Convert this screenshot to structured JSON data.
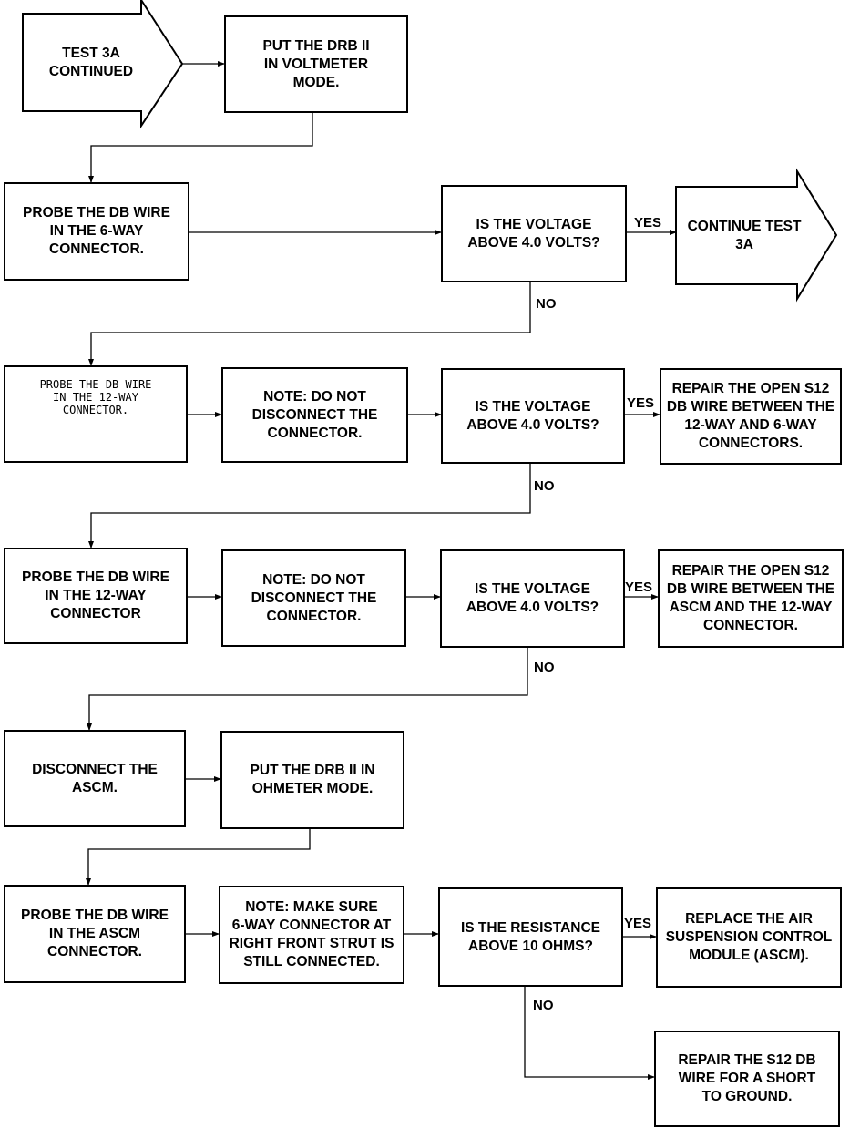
{
  "nodes": {
    "start": {
      "lines": [
        "TEST 3A",
        "CONTINUED"
      ]
    },
    "n1": {
      "lines": [
        "PUT THE DRB II",
        "IN VOLTMETER",
        "MODE."
      ]
    },
    "n2": {
      "lines": [
        "PROBE THE DB WIRE",
        "IN THE 6-WAY",
        "CONNECTOR."
      ]
    },
    "n3": {
      "lines": [
        "IS THE VOLTAGE",
        "ABOVE 4.0 VOLTS?"
      ]
    },
    "n4": {
      "lines": [
        "CONTINUE TEST",
        "3A"
      ]
    },
    "n5": {
      "lines": [
        "PROBE THE DB WIRE",
        "IN THE 12-WAY",
        "CONNECTOR."
      ]
    },
    "n6": {
      "lines": [
        "NOTE: DO NOT",
        "DISCONNECT THE",
        "CONNECTOR."
      ]
    },
    "n7": {
      "lines": [
        "IS THE VOLTAGE",
        "ABOVE 4.0 VOLTS?"
      ]
    },
    "n8": {
      "lines": [
        "REPAIR THE OPEN S12",
        "DB WIRE BETWEEN THE",
        "12-WAY AND 6-WAY",
        "CONNECTORS."
      ]
    },
    "n9": {
      "lines": [
        "PROBE THE DB WIRE",
        "IN THE 12-WAY",
        "CONNECTOR"
      ]
    },
    "n10": {
      "lines": [
        "NOTE: DO NOT",
        "DISCONNECT THE",
        "CONNECTOR."
      ]
    },
    "n11": {
      "lines": [
        "IS THE VOLTAGE",
        "ABOVE 4.0 VOLTS?"
      ]
    },
    "n12": {
      "lines": [
        "REPAIR THE OPEN S12",
        "DB WIRE BETWEEN THE",
        "ASCM AND THE 12-WAY",
        "CONNECTOR."
      ]
    },
    "n13": {
      "lines": [
        "DISCONNECT THE",
        "ASCM."
      ]
    },
    "n14": {
      "lines": [
        "PUT THE DRB II IN",
        "OHMETER MODE."
      ]
    },
    "n15": {
      "lines": [
        "PROBE THE DB WIRE",
        "IN THE ASCM",
        "CONNECTOR."
      ]
    },
    "n16": {
      "lines": [
        "NOTE: MAKE SURE",
        "6-WAY CONNECTOR AT",
        "RIGHT FRONT STRUT IS",
        "STILL CONNECTED."
      ]
    },
    "n17": {
      "lines": [
        "IS THE RESISTANCE",
        "ABOVE 10 OHMS?"
      ]
    },
    "n18": {
      "lines": [
        "REPLACE THE AIR",
        "SUSPENSION CONTROL",
        "MODULE (ASCM)."
      ]
    },
    "n19": {
      "lines": [
        "REPAIR THE S12 DB",
        "WIRE FOR A SHORT",
        "TO GROUND."
      ]
    }
  },
  "labels": {
    "yes1": "YES",
    "no1": "NO",
    "yes2": "YES",
    "no2": "NO",
    "yes3": "YES",
    "no3": "NO",
    "yes4": "YES",
    "no4": "NO"
  }
}
